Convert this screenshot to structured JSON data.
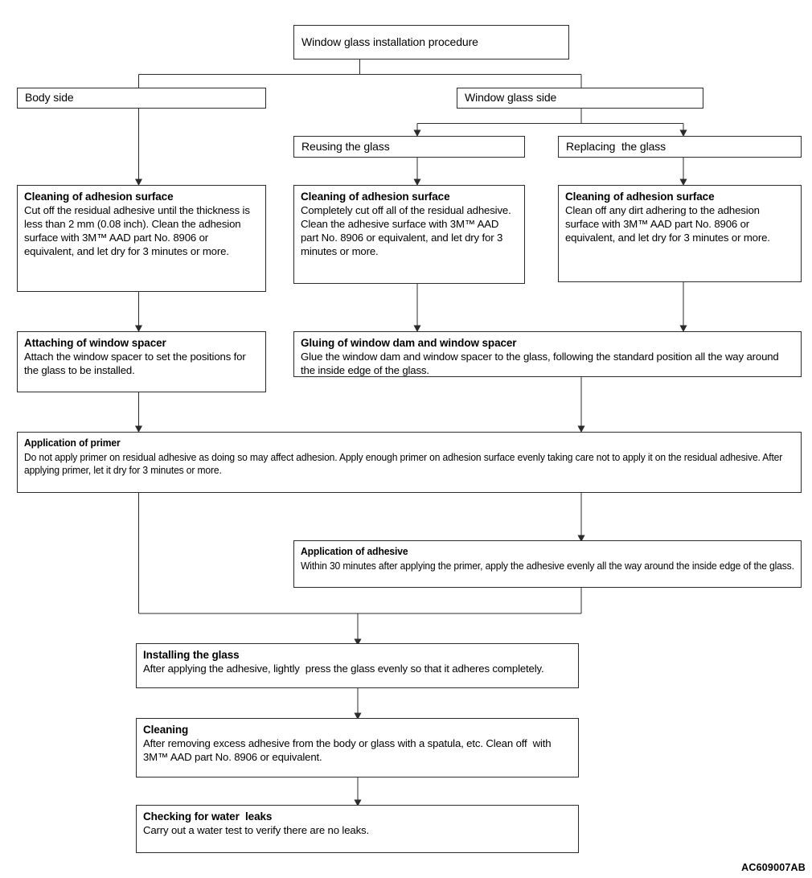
{
  "diagram": {
    "title": "Window glass installation procedure",
    "footer_code": "AC609007AB",
    "line_color": "#2b2b2b",
    "background": "#ffffff",
    "text_color": "#000000"
  },
  "nodes": {
    "root": {
      "label": "Window glass installation procedure"
    },
    "body_side": {
      "label": "Body side"
    },
    "window_glass_side": {
      "label": "Window glass side"
    },
    "reusing": {
      "label": "Reusing the glass"
    },
    "replacing": {
      "label": "Replacing  the glass"
    },
    "clean_body": {
      "title": "Cleaning of adhesion surface",
      "body": "Cut off the residual adhesive until the thickness is less than 2 mm (0.08 inch). Clean the adhesion surface with 3M™ AAD part No. 8906 or equivalent, and let dry for 3 minutes or more."
    },
    "clean_reuse": {
      "title": "Cleaning of adhesion surface",
      "body": "Completely cut off all of the residual adhesive. Clean the adhesive surface with 3M™ AAD part No. 8906 or equivalent, and let dry for 3 minutes or more."
    },
    "clean_replace": {
      "title": "Cleaning of adhesion surface",
      "body": "Clean off any dirt adhering to the adhesion surface with 3M™ AAD part No. 8906 or equivalent, and let dry for 3 minutes or more."
    },
    "attaching_spacer": {
      "title": "Attaching of window spacer",
      "body": "Attach the window spacer to set the positions for the glass to be installed."
    },
    "gluing": {
      "title": "Gluing of window dam and window spacer",
      "body": "Glue the window dam and window spacer to the glass, following the standard position all the way around the inside edge of the glass."
    },
    "primer": {
      "title": "Application of primer",
      "body": "Do not apply primer on residual adhesive as doing so may affect adhesion. Apply enough primer on adhesion surface evenly taking care not to apply it on the residual adhesive. After applying primer, let it dry for 3 minutes or more."
    },
    "adhesive": {
      "title": "Application of adhesive",
      "body": "Within 30 minutes after applying the primer, apply the adhesive evenly all the way around the inside edge of the glass."
    },
    "installing": {
      "title": "Installing the glass",
      "body": "After applying the adhesive, lightly  press the glass evenly so that it adheres completely."
    },
    "cleaning": {
      "title": "Cleaning",
      "body": "After removing excess adhesive from the body or glass with a spatula, etc. Clean off  with 3M™ AAD part No. 8906 or equivalent."
    },
    "water_leaks": {
      "title": "Checking for water  leaks",
      "body": "Carry out a water test to verify there are no leaks."
    }
  }
}
